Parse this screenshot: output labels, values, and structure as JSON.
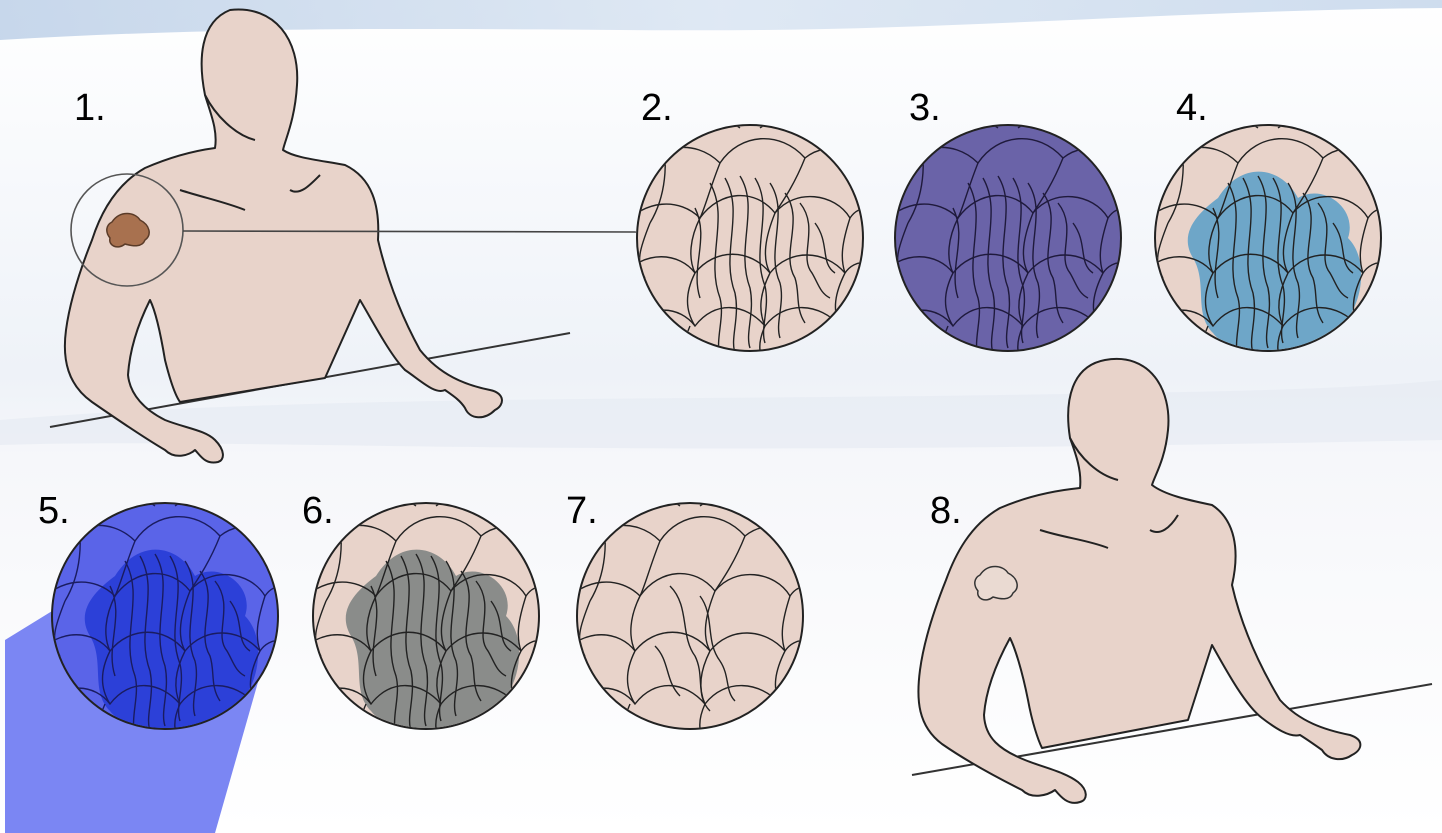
{
  "steps": [
    {
      "label": "1."
    },
    {
      "label": "2."
    },
    {
      "label": "3."
    },
    {
      "label": "4."
    },
    {
      "label": "5."
    },
    {
      "label": "6."
    },
    {
      "label": "7."
    },
    {
      "label": "8."
    }
  ],
  "colors": {
    "skin": "#e8d3ca",
    "outline": "#222222",
    "lesion": "#a8714f",
    "dye_violet": "#6a63a8",
    "light_blue_cells": "#6ea6c8",
    "blue_light": "#4b5ee8",
    "gray_cells": "#8a8c8a",
    "light_beam": "#7b86f3"
  },
  "icons": {
    "figure_before": "torso-with-lesion-icon",
    "figure_after": "torso-treated-icon"
  }
}
